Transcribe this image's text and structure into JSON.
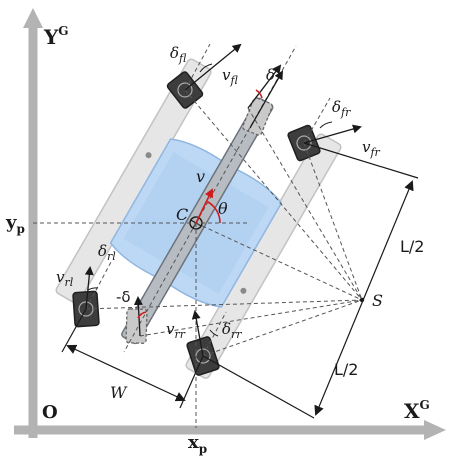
{
  "colors": {
    "axis": "#b3b3b3",
    "axis_dark": "#8a8a8a",
    "body_blue": "#bcd8f5",
    "body_blue_edge": "#8fb6e0",
    "frame": "#dcdcdc",
    "frame_edge": "#b8b8b8",
    "steer_bar": "#9aa0a8",
    "wheel": "#3d3d3d",
    "dashed": "#555555",
    "accent_red": "#d11a1a"
  },
  "labels": {
    "y_axis": "Y",
    "y_axis_sup": "G",
    "x_axis": "X",
    "x_axis_sup": "G",
    "origin": "O",
    "xp": "x",
    "xp_sub": "p",
    "yp": "y",
    "yp_sub": "p",
    "center": "C",
    "theta": "θ",
    "velocity": "v",
    "icr": "S",
    "half_length_top": "L/2",
    "half_length_bottom": "L/2",
    "track_width": "W",
    "delta_fl": "δ",
    "delta_fl_sub": "fl",
    "v_fl": "v",
    "v_fl_sub": "fl",
    "delta_front": "δ",
    "delta_fr": "δ",
    "delta_fr_sub": "fr",
    "v_fr": "v",
    "v_fr_sub": "fr",
    "delta_rl": "δ",
    "delta_rl_sub": "rl",
    "v_rl": "v",
    "v_rl_sub": "rl",
    "minus_delta": "-δ",
    "v_rr": "v",
    "v_rr_sub": "rr",
    "delta_rr": "δ",
    "delta_rr_sub": "rr"
  }
}
